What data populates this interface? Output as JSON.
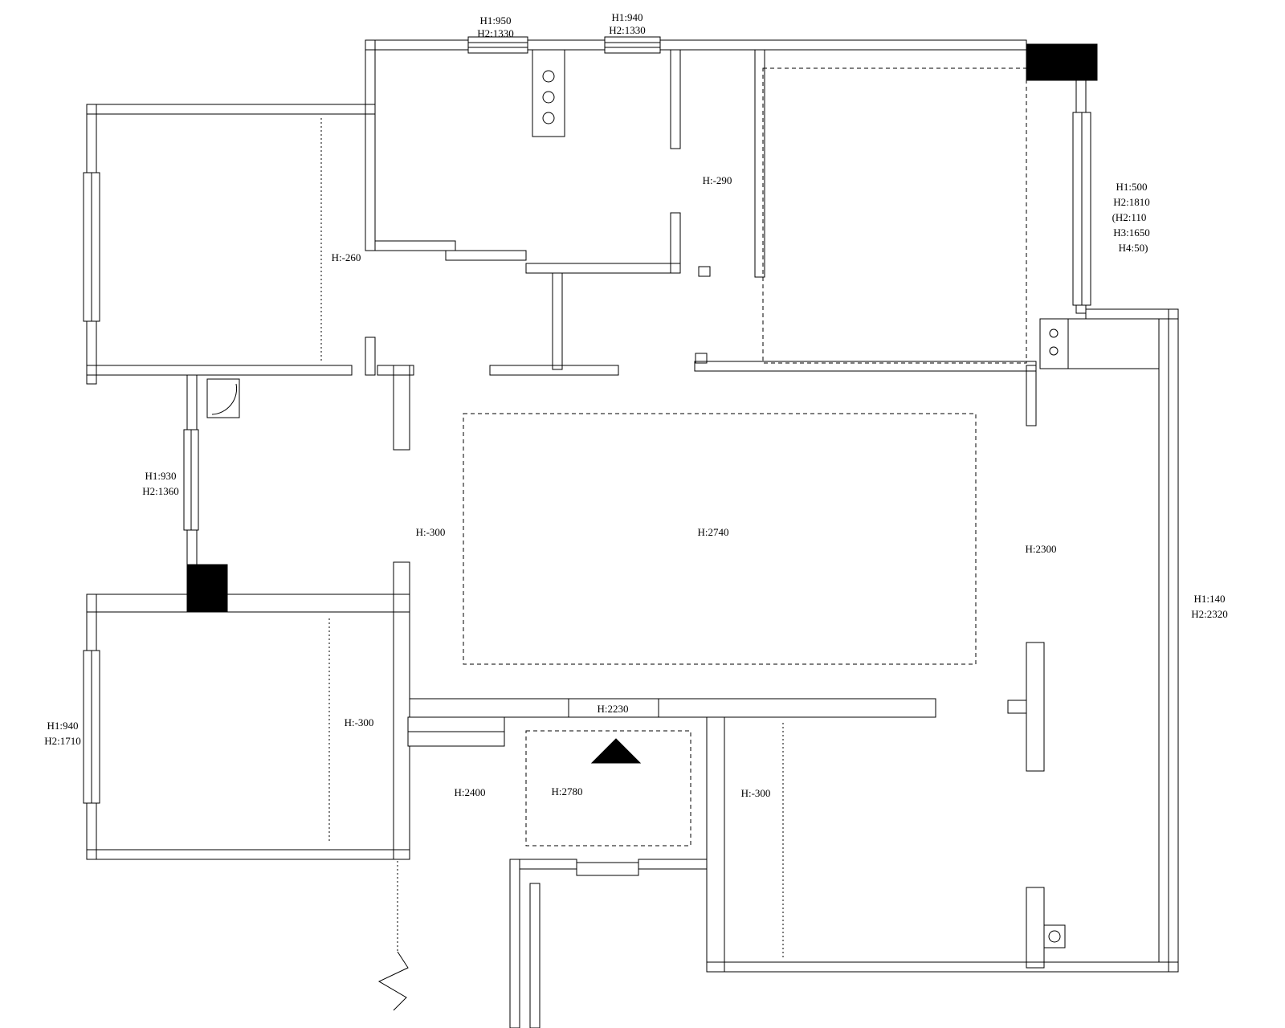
{
  "colors": {
    "line": "#000000",
    "background": "#ffffff",
    "solid_fill": "#000000"
  },
  "annotations": {
    "top_window_1_line1": "H1:950",
    "top_window_1_line2": "H2:1330",
    "top_window_2_line1": "H1:940",
    "top_window_2_line2": "H2:1330",
    "corridor_height": "H:-290",
    "upper_left_drop": "H:-260",
    "right_window_line1": "H1:500",
    "right_window_line2": "H2:1810",
    "right_window_line3": "(H2:110",
    "right_window_line4": "H3:1650",
    "right_window_line5": "H4:50)",
    "left_window_line1": "H1:930",
    "left_window_line2": "H2:1360",
    "hall_drop": "H:-300",
    "living_ceiling": "H:2740",
    "balcony_ceiling": "H:2300",
    "far_right_line1": "H1:140",
    "far_right_line2": "H2:2320",
    "lower_left_window_line1": "H1:940",
    "lower_left_window_line2": "H2:1710",
    "lower_left_drop": "H:-300",
    "entry_beam": "H:2230",
    "porch_ceiling": "H:2400",
    "entry_ceiling": "H:2780",
    "bottom_right_drop": "H:-300"
  }
}
